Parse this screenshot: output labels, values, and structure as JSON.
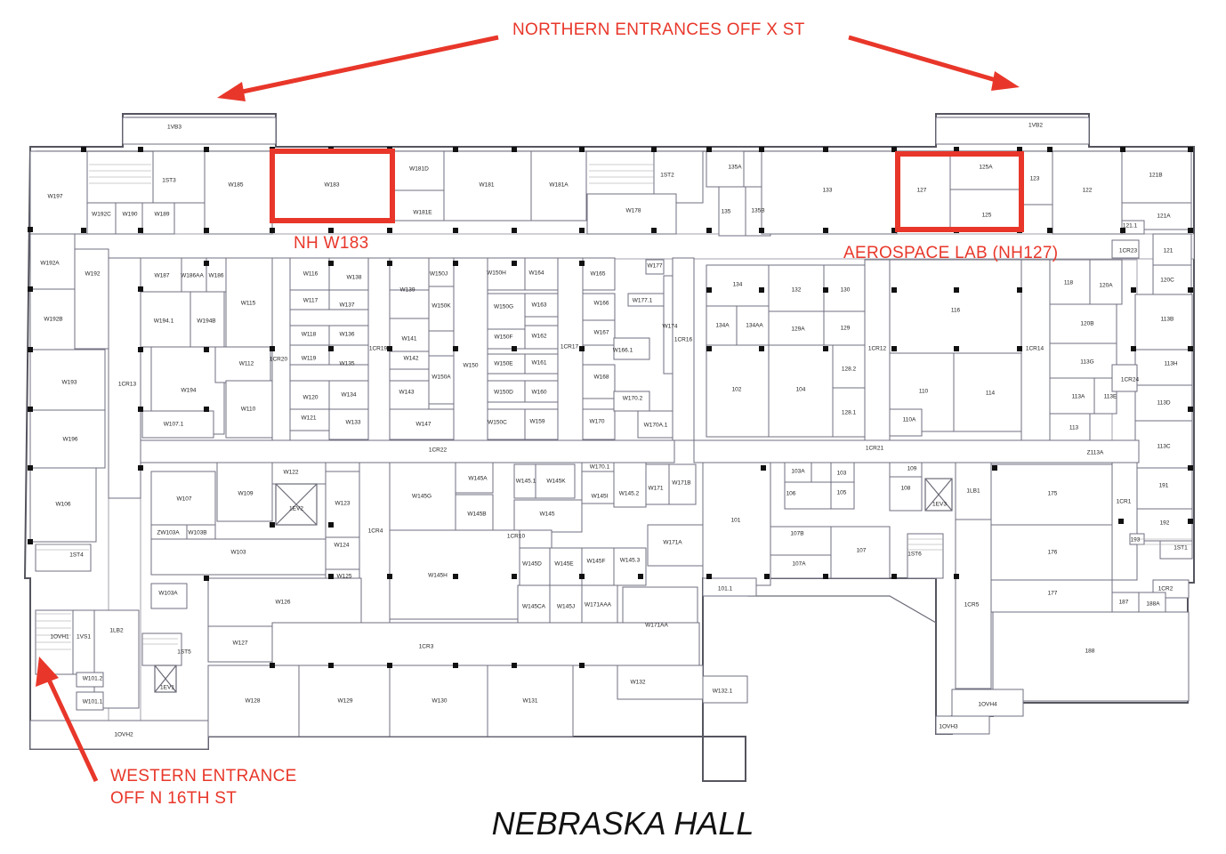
{
  "building_title": "NEBRASKA HALL",
  "callouts": {
    "north": "NORTHERN ENTRANCES OFF X ST",
    "room_w183": "NH W183",
    "aerospace": "AEROSPACE LAB (NH127)",
    "west_line1": "WESTERN ENTRANCE",
    "west_line2": "OFF N 16TH ST"
  },
  "highlight_color": "#e8372a",
  "rooms": [
    "1VB3",
    "1VB2",
    "W197",
    "W192C",
    "W190",
    "W189",
    "1ST3",
    "W185",
    "W183",
    "W181D",
    "W181E",
    "W181",
    "W181A",
    "1ST2",
    "W178",
    "135A",
    "135",
    "135B",
    "133",
    "127",
    "125A",
    "125",
    "123",
    "122",
    "121B",
    "121A",
    "121.1",
    "121",
    "1CR23",
    "120C",
    "W192A",
    "W192",
    "W187",
    "W186AA",
    "W186",
    "W194.1",
    "W194B",
    "W115",
    "W116",
    "W117",
    "W118",
    "W119",
    "W120",
    "W121",
    "W138",
    "W137",
    "W136",
    "W135",
    "W134",
    "W133",
    "1CR20",
    "1CR19",
    "W139",
    "W141",
    "W142",
    "W143",
    "W147",
    "W150J",
    "W150K",
    "W150H",
    "W150G",
    "W150F",
    "W150E",
    "W150D",
    "W150C",
    "W150A",
    "W150",
    "W164",
    "W163",
    "W162",
    "W161",
    "W160",
    "W159",
    "1CR17",
    "W165",
    "W166",
    "W167",
    "W168",
    "W170",
    "W177",
    "W177.1",
    "W174",
    "W166.1",
    "W170.2",
    "W170A.1",
    "1CR16",
    "134",
    "134A",
    "134AA",
    "132",
    "130",
    "129A",
    "129",
    "128.2",
    "128.1",
    "102",
    "104",
    "1CR12",
    "116",
    "110",
    "110A",
    "114",
    "1CR14",
    "118",
    "120A",
    "120B",
    "113B",
    "113G",
    "113H",
    "113A",
    "113E",
    "113D",
    "113",
    "Z113A",
    "113C",
    "1CR24",
    "W192B",
    "W193",
    "W196",
    "W106",
    "1CR13",
    "W194",
    "W112",
    "W110",
    "W107.1",
    "1CR22",
    "1CR21",
    "W122",
    "W107",
    "W109",
    "1EV2",
    "W123",
    "W124",
    "W125",
    "1CR4",
    "W145G",
    "W145A",
    "W145B",
    "W145.1",
    "W145K",
    "W145",
    "W170.1",
    "W145I",
    "W145.2",
    "W171",
    "W171B",
    "1CR10",
    "W145D",
    "W145E",
    "W145F",
    "W145.3",
    "W171A",
    "W145H",
    "W145CA",
    "W145J",
    "W171AAA",
    "W171AA",
    "W132",
    "W132.1",
    "101",
    "101.1",
    "103A",
    "103",
    "105",
    "106",
    "107B",
    "107A",
    "107",
    "109",
    "108",
    "1EV3",
    "1LB1",
    "1ST6",
    "175",
    "176",
    "177",
    "1CR1",
    "191",
    "192",
    "193",
    "1ST1",
    "1CR2",
    "187",
    "188A",
    "188",
    "1CR5",
    "1OVH4",
    "1OVH3",
    "ZW103A",
    "W103B",
    "W103",
    "1ST4",
    "W103A",
    "W126",
    "W127",
    "1CR3",
    "1ST5",
    "1EV1",
    "W128",
    "W129",
    "W130",
    "W131",
    "1OVH1",
    "1VS1",
    "1LB2",
    "W101.2",
    "W101.1",
    "1OVH2"
  ]
}
